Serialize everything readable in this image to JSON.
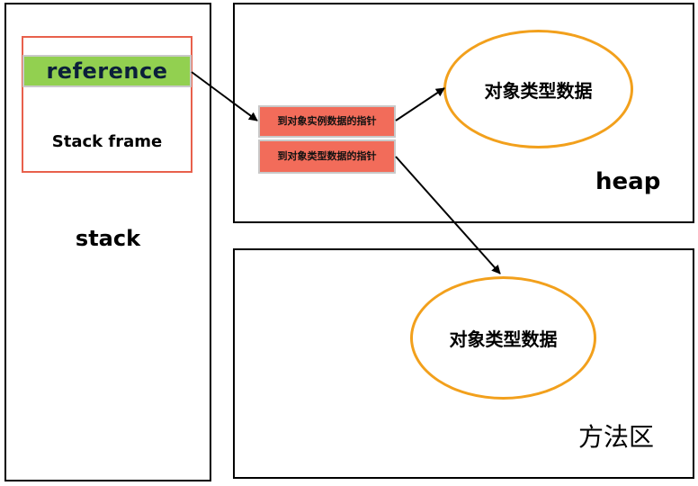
{
  "stack": {
    "label": "stack",
    "frame": {
      "reference_label": "reference",
      "label": "Stack frame"
    }
  },
  "heap": {
    "label": "heap",
    "pointers": {
      "instance_pointer": "到对象实例数据的指针",
      "type_pointer": "到对象类型数据的指针"
    },
    "object_label": "对象类型数据"
  },
  "method_area": {
    "label": "方法区",
    "object_label": "对象类型数据"
  },
  "colors": {
    "reference_fill": "#92d050",
    "pointer_fill": "#f26c5a",
    "frame_border": "#e8604c",
    "ellipse_border": "#f2a01c"
  }
}
